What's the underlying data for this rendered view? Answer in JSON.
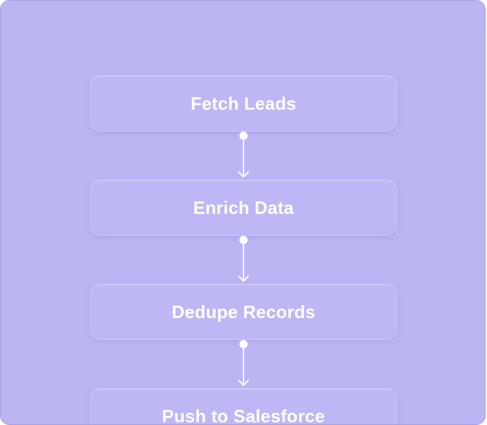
{
  "steps": [
    {
      "label": "Fetch Leads"
    },
    {
      "label": "Enrich Data"
    },
    {
      "label": "Dedupe Records"
    },
    {
      "label": "Push to Salesforce"
    }
  ],
  "colors": {
    "background": "#bcb5f4",
    "node_fill": "#beb7f5",
    "connector": "#ffffff",
    "text": "#ffffff"
  }
}
